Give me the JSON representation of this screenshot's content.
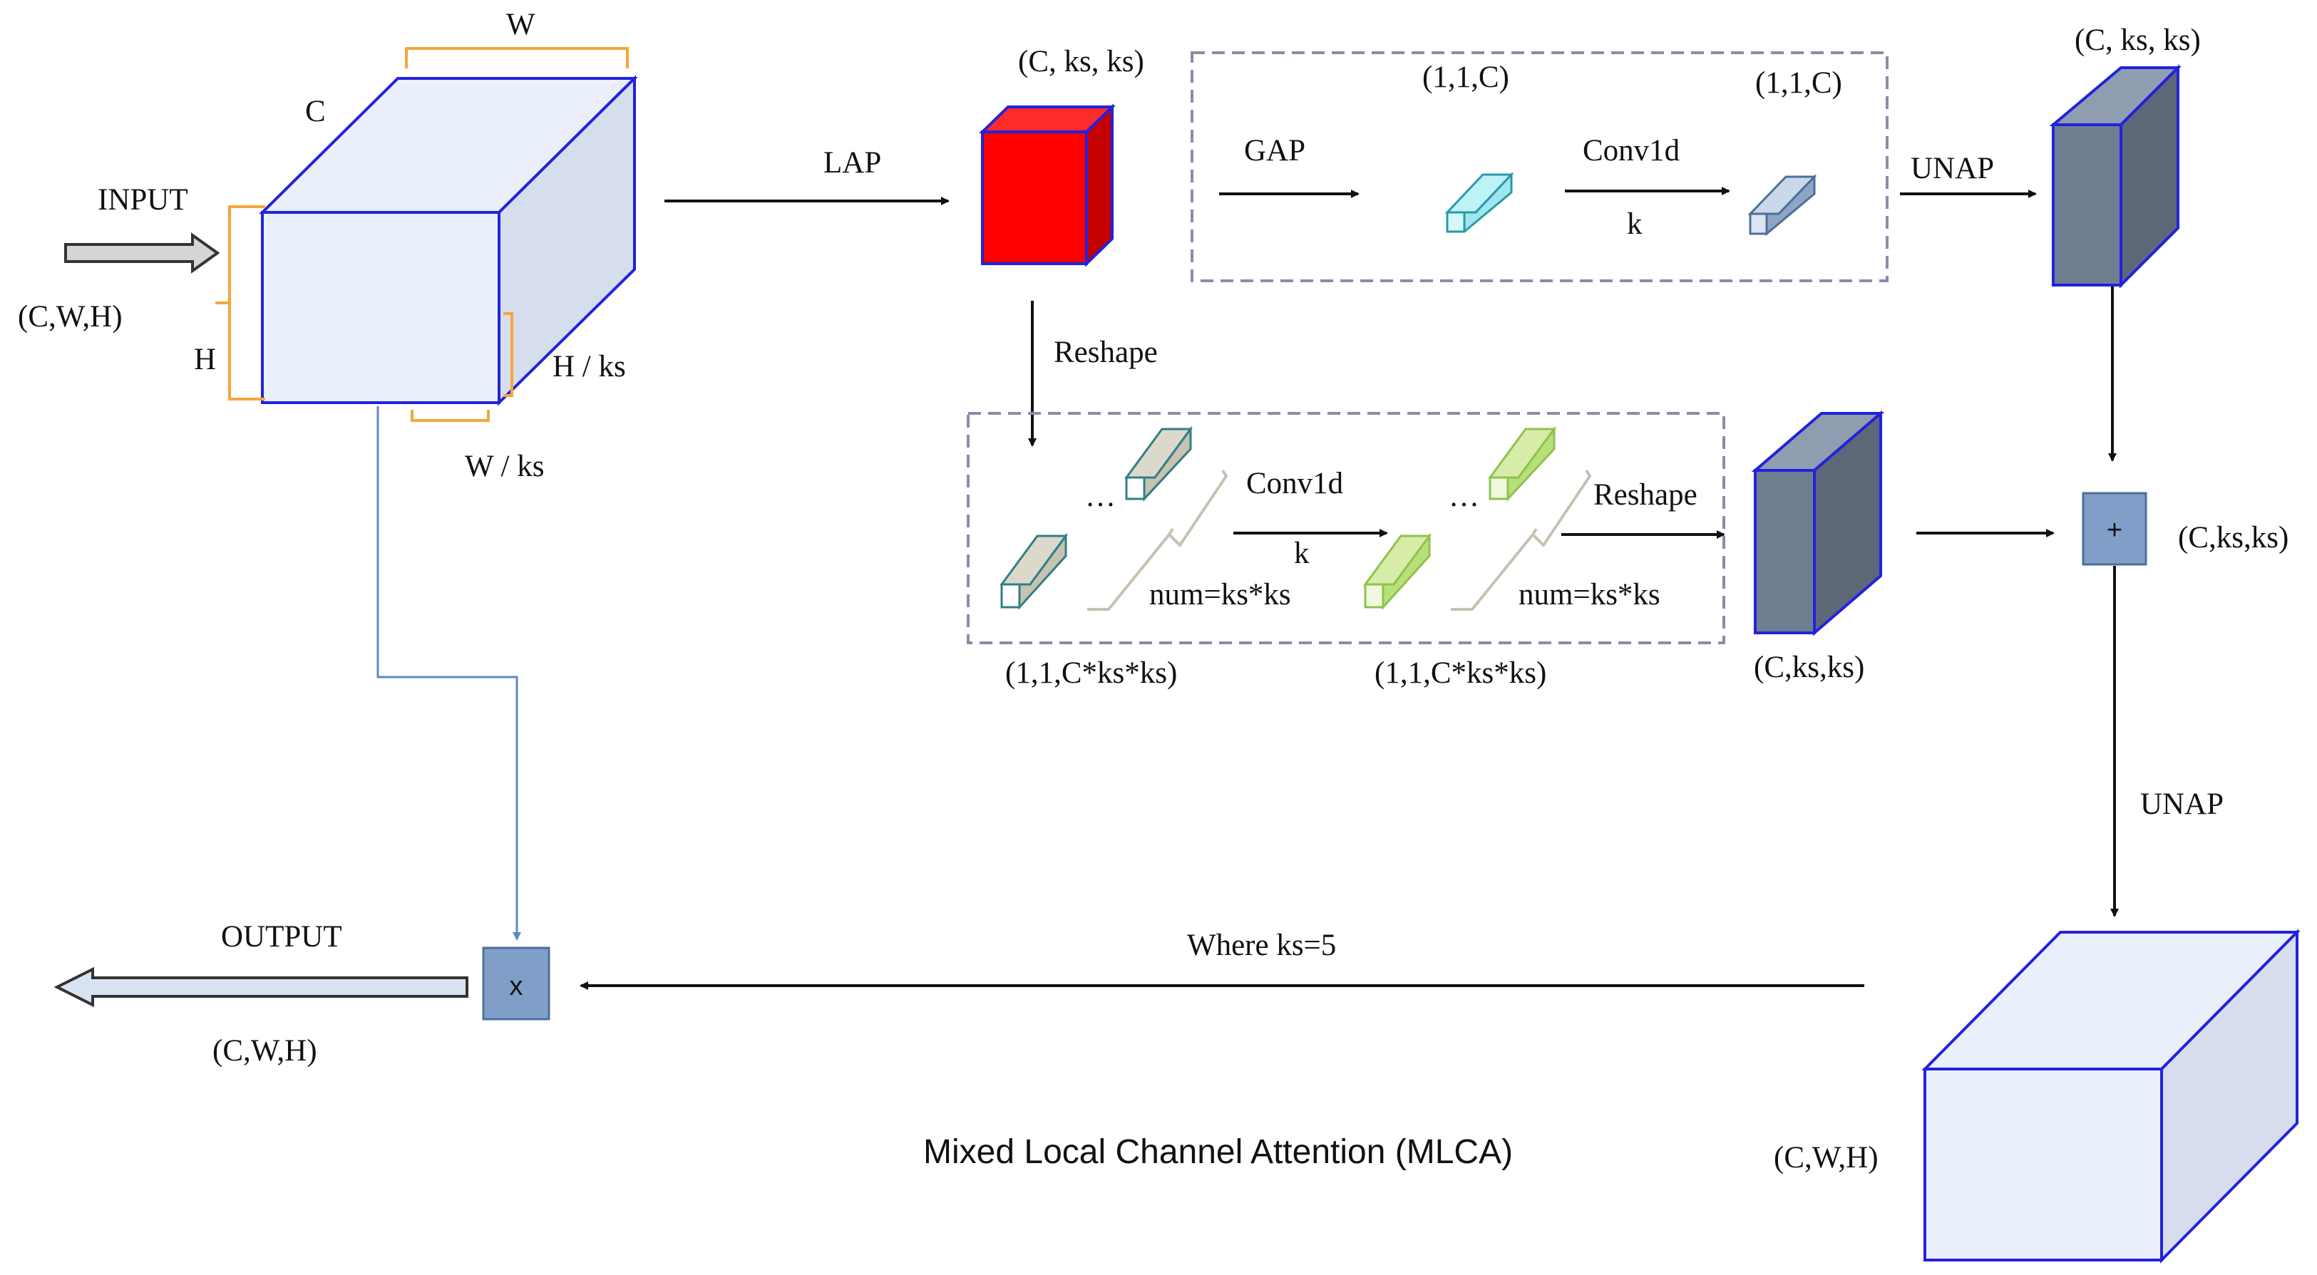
{
  "title": "Mixed Local Channel Attention (MLCA)",
  "input": {
    "label": "INPUT",
    "shape": "(C,W,H)"
  },
  "output": {
    "label": "OUTPUT",
    "shape": "(C,W,H)"
  },
  "input_cube_dims": {
    "w": "W",
    "c": "C",
    "h": "H",
    "h_ks": "H / ks",
    "w_ks": "W / ks"
  },
  "lap": {
    "label": "LAP",
    "shape": "(C, ks, ks)",
    "color": "#ff0000"
  },
  "global_branch": {
    "gap_label": "GAP",
    "gap_shape": "(1,1,C)",
    "conv_label": "Conv1d",
    "conv_k": "k",
    "conv_shape": "(1,1,C)",
    "unap_label": "UNAP",
    "unap_shape": "(C, ks, ks)"
  },
  "local_branch": {
    "reshape_in": "Reshape",
    "ellipsis_left": "…",
    "ellipsis_right": "…",
    "conv_label": "Conv1d",
    "conv_k": "k",
    "num_left": "num=ks*ks",
    "num_right": "num=ks*ks",
    "reshape_out": "Reshape",
    "shape_left": "(1,1,C*ks*ks)",
    "shape_right": "(1,1,C*ks*ks)",
    "cube_shape": "(C,ks,ks)"
  },
  "add": {
    "symbol": "+",
    "shape": "(C,ks,ks)"
  },
  "final_unap": {
    "label": "UNAP",
    "shape": "(C,W,H)"
  },
  "multiply": {
    "symbol": "x"
  },
  "note": "Where ks=5",
  "colors": {
    "cube_front": "#eaeffc",
    "cube_side": "#d6deee",
    "cube_edge": "#2222dd",
    "dark_cube": "#6f7f92",
    "brace": "#f5a53c",
    "op_box": "#7f9fc8",
    "cyan_bar": "#9fe6ee",
    "teal_bar": "#2f7f86",
    "green_bar": "#b8e07a"
  }
}
